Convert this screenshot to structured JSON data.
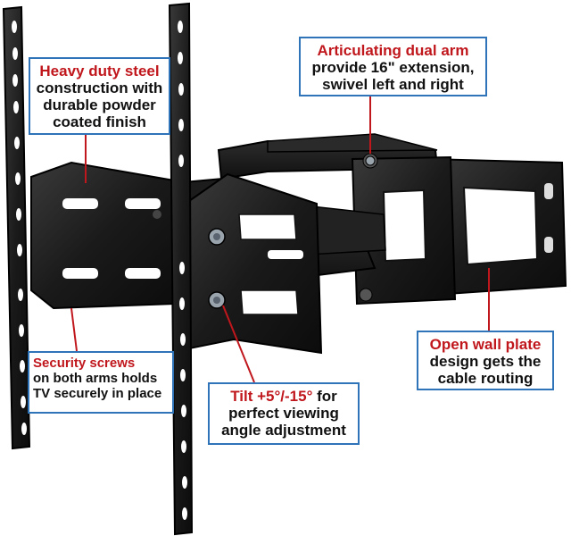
{
  "callouts": {
    "heavy_duty": {
      "highlight": "Heavy duty steel",
      "lines": [
        "construction with",
        "durable powder",
        "coated finish"
      ]
    },
    "articulating": {
      "highlight": "Articulating dual arm",
      "lines": [
        "provide 16\" extension,",
        "swivel left and right"
      ]
    },
    "security": {
      "highlight": "Security screws",
      "lines": [
        "on both arms holds",
        "TV securely in place"
      ]
    },
    "tilt": {
      "highlight": "Tilt +5°/-15°",
      "suffix": " for",
      "lines": [
        "perfect viewing",
        "angle adjustment"
      ]
    },
    "wall_plate": {
      "highlight": "Open wall plate",
      "lines": [
        "design gets the",
        "cable routing"
      ]
    }
  },
  "colors": {
    "highlight": "#c0171d",
    "text": "#111111",
    "border": "#2f73b8",
    "pointer": "#c0171d",
    "steel": "#1b1b1b"
  }
}
